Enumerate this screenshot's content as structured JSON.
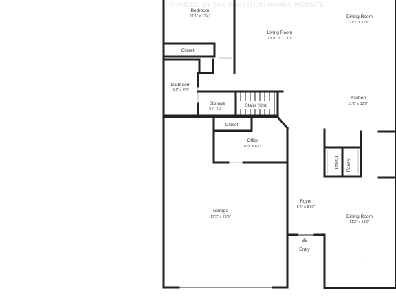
{
  "watermark": {
    "text": "PROVIDED BY THE INVITATION HOMES WEBSITE",
    "corner_text": "I"
  },
  "rooms": {
    "bedroom": {
      "name": "Bedroom",
      "dims": "11'1\" x 12'4\""
    },
    "closet_top": {
      "name": "Closet"
    },
    "living_room": {
      "name": "Living Room",
      "dims": "13'10\" x 17'10\""
    },
    "dining_room_top": {
      "name": "Dining Room",
      "dims": "11'2\" x 12'9\""
    },
    "bathroom": {
      "name": "Bathroom",
      "dims": "5'1\" x 9'2\""
    },
    "storage": {
      "name": "Storage",
      "dims": "5'7\" x 3'7\""
    },
    "stairs": {
      "name": "Stairs (Up)"
    },
    "kitchen": {
      "name": "Kitchen",
      "dims": "11'2\" x 13'8\""
    },
    "closet_office": {
      "name": "Closet"
    },
    "office": {
      "name": "Office",
      "dims": "11'5\" x 6'11\""
    },
    "closet_kitchen": {
      "name": "Closet"
    },
    "pantry": {
      "name": "Pantry"
    },
    "garage": {
      "name": "Garage",
      "dims": "19'5\" x 26'9\""
    },
    "foyer": {
      "name": "Foyer",
      "dims": "5'6\" x 8'10\""
    },
    "dining_room_bottom": {
      "name": "Dining Room",
      "dims": "11'2\" x 13'0\""
    },
    "entry": {
      "name": "Entry"
    }
  },
  "colors": {
    "wall": "#222222",
    "text": "#333333",
    "entry_arrow": "#999999",
    "watermark": "#e6e6e6"
  }
}
